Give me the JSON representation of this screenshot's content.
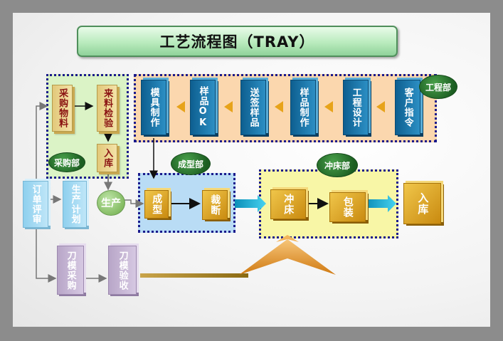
{
  "title": "工艺流程图（TRAY）",
  "departments": {
    "purchasing": "采购部",
    "engineering": "工程部",
    "forming": "成型部",
    "punching": "冲床部",
    "production": "生产"
  },
  "purchasing_steps": [
    "采购物料",
    "来料检验",
    "入库"
  ],
  "engineering_steps": [
    "客户指令",
    "工程设计",
    "样品制作",
    "送签样品",
    "样品OK",
    "模具制作"
  ],
  "order_steps": [
    "订单评审",
    "生产计划"
  ],
  "forming_steps": [
    "成型",
    "裁断"
  ],
  "punching_steps": [
    "冲床",
    "包装"
  ],
  "final_step": "入库",
  "tooling_steps": [
    "刀模采购",
    "刀模验收"
  ]
}
